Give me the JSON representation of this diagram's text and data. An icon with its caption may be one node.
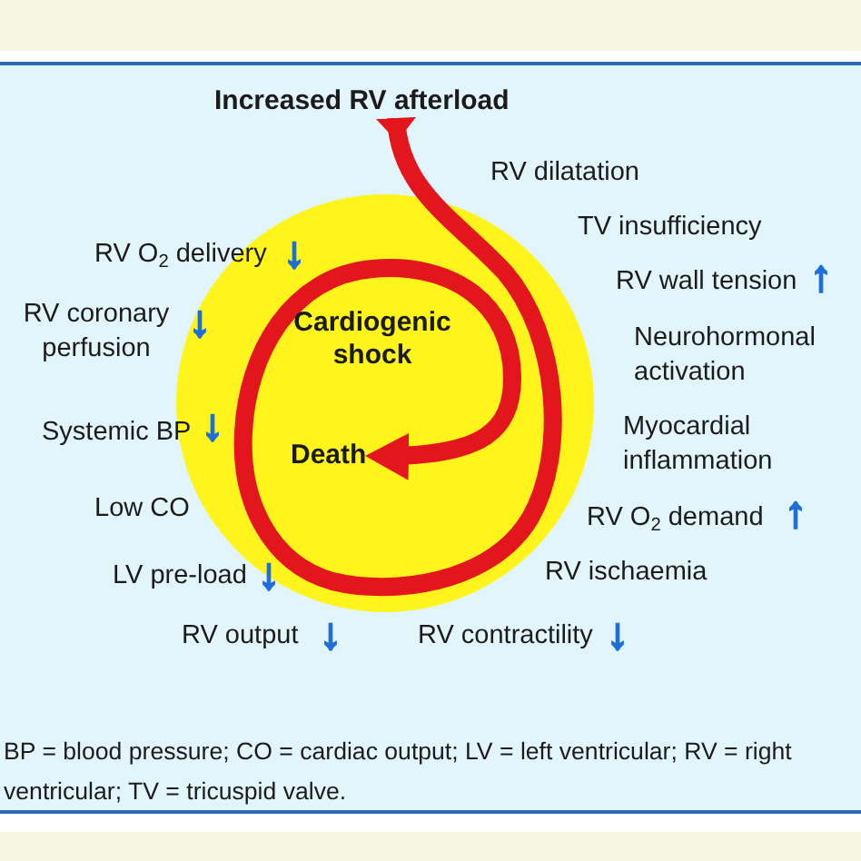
{
  "diagram": {
    "caption": "BP = blood pressure; CO = cardiac output; LV = left ventricular; RV = right ventricular; TV = tricuspid valve.",
    "nodes": [
      {
        "text": [
          "Increased RV afterload"
        ]
      },
      {
        "text": [
          "Cardiogenic shock"
        ]
      },
      {
        "text": [
          "Death"
        ],
        "in": 1
      }
    ],
    "edges": [
      {
        "from": 0,
        "to": 2,
        "arrow": "to"
      }
    ],
    "labels": [
      "RV dilatation",
      "TV insufficiency",
      "RV O$_{2}$ delivery",
      "↓",
      "RV wall tension",
      "↑",
      "RV coronary perfusion",
      "↓",
      "Neurohormonal activation",
      "Systemic BP",
      "↓",
      "Myocardial inflammation",
      "Low CO",
      "RV O$_{2}$ demand",
      "↑",
      "LV pre-load",
      "↓",
      "RV ischaemia",
      "RV output",
      "↓",
      "RV contractility",
      "↓"
    ]
  }
}
